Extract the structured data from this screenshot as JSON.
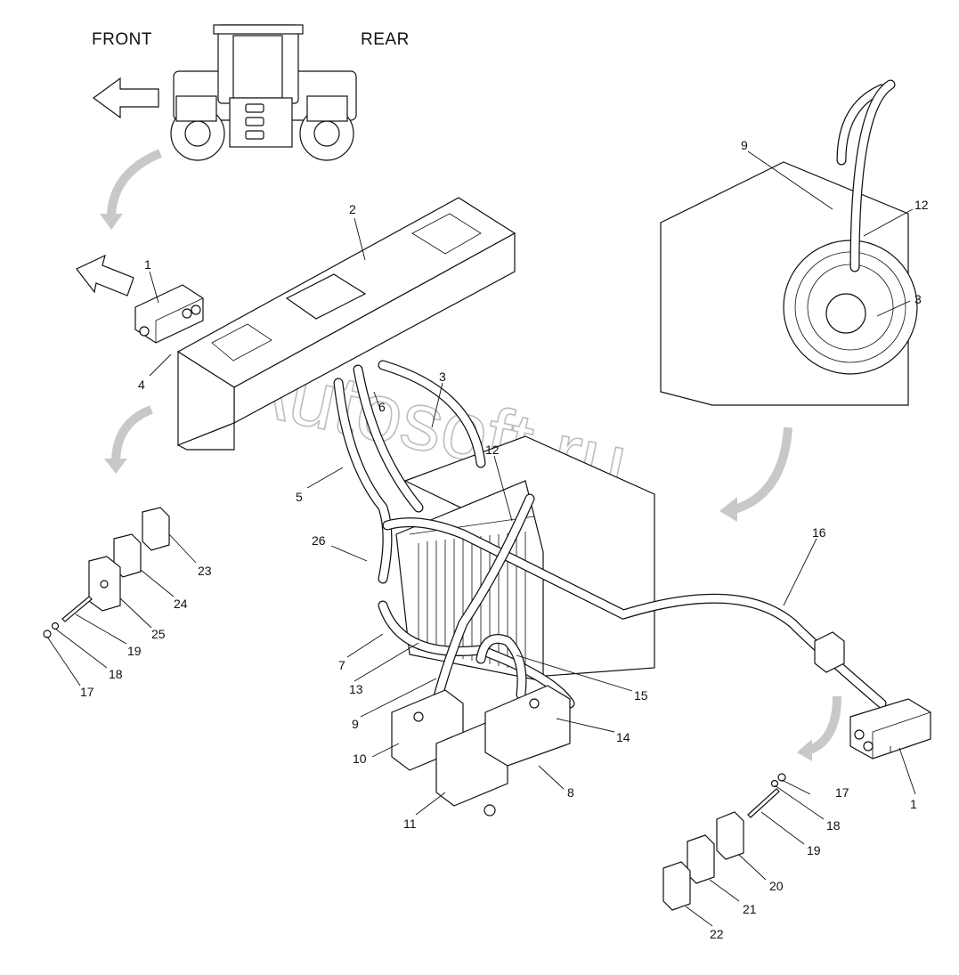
{
  "labels": {
    "front": "FRONT",
    "rear": "REAR",
    "watermark": "Autosoft.ru"
  },
  "callouts": [
    "1",
    "2",
    "3",
    "4",
    "5",
    "6",
    "7",
    "8",
    "9",
    "10",
    "11",
    "12",
    "13",
    "14",
    "15",
    "16",
    "17",
    "18",
    "19",
    "20",
    "21",
    "22",
    "23",
    "24",
    "25",
    "26"
  ],
  "parts": {
    "p1": "1",
    "p2": "2",
    "p3": "3",
    "p4": "4",
    "p5": "5",
    "p6": "6",
    "p7": "7",
    "p8": "8",
    "p9": "9",
    "p10": "10",
    "p11": "11",
    "p12": "12",
    "p13": "13",
    "p14": "14",
    "p15": "15",
    "p16": "16",
    "p17": "17",
    "p18": "18",
    "p19": "19",
    "p20": "20",
    "p21": "21",
    "p22": "22",
    "p23": "23",
    "p24": "24",
    "p25": "25",
    "p26": "26"
  }
}
